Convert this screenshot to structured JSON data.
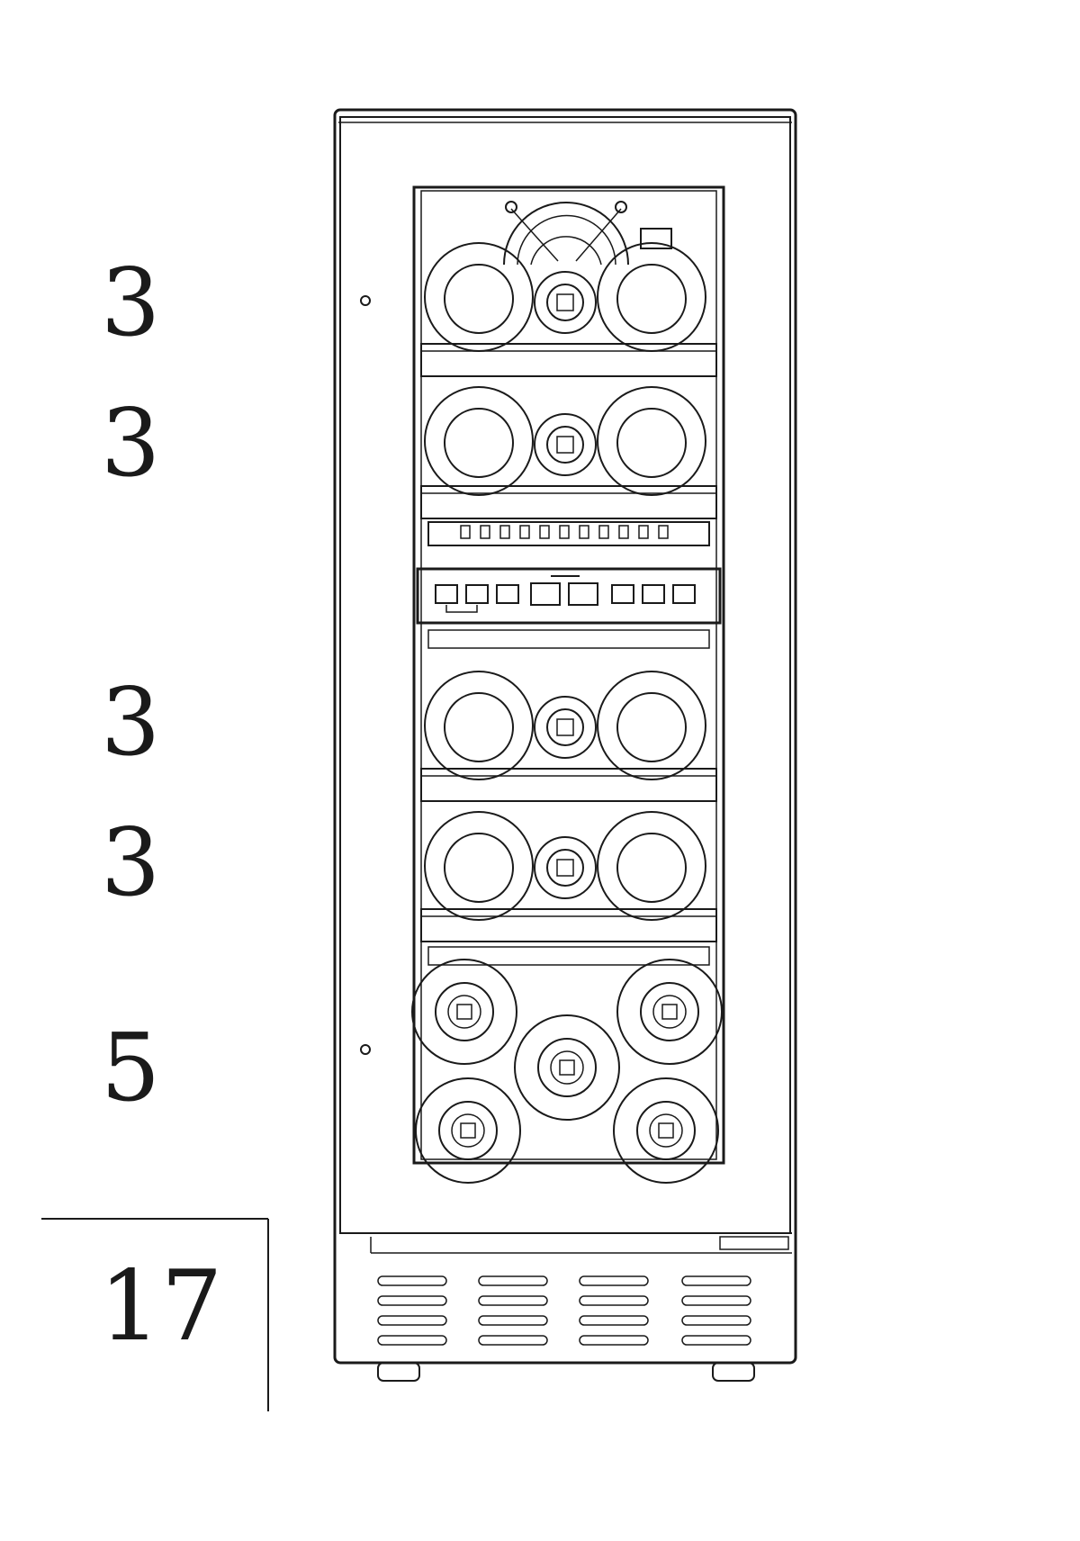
{
  "shelf_counts": [
    "3",
    "3",
    "3",
    "3",
    "5"
  ],
  "total": "17",
  "colors": {
    "line": "#1a1a1a",
    "background": "#ffffff"
  }
}
